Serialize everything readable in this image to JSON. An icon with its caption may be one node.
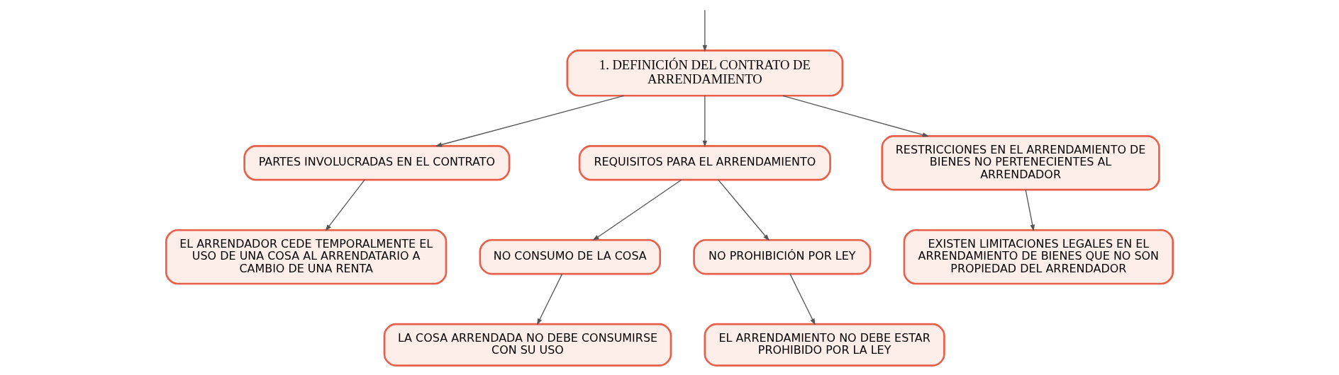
{
  "diagram": {
    "nodes": [
      {
        "text": [
          "1. DEFINICIÓN DEL CONTRATO DE ARRENDAMIENTO"
        ]
      },
      {
        "text": [
          "PARTES INVOLUCRADAS EN EL CONTRATO"
        ]
      },
      {
        "text": [
          "REQUISITOS PARA EL ARRENDAMIENTO"
        ]
      },
      {
        "text": [
          "RESTRICCIONES EN EL ARRENDAMIENTO DE BIENES NO PERTENECIENTES AL ARRENDADOR"
        ]
      },
      {
        "text": [
          "EL ARRENDADOR CEDE TEMPORALMENTE EL USO DE UNA COSA AL ARRENDATARIO A CAMBIO DE UNA RENTA"
        ]
      },
      {
        "text": [
          "NO CONSUMO DE LA COSA"
        ]
      },
      {
        "text": [
          "NO PROHIBICIÓN POR LEY"
        ]
      },
      {
        "text": [
          "LA COSA ARRENDADA NO DEBE CONSUMIRSE CON SU USO"
        ]
      },
      {
        "text": [
          "EL ARRENDAMIENTO NO DEBE ESTAR PROHIBIDO POR LA LEY"
        ]
      },
      {
        "text": [
          "EXISTEN LIMITACIONES LEGALES EN EL ARRENDAMIENTO DE BIENES QUE NO SON PROPIEDAD DEL ARRENDADOR"
        ]
      }
    ],
    "edges": [
      {
        "from": null,
        "to": 0,
        "arrow": "to"
      },
      {
        "from": 0,
        "to": 1,
        "arrow": "to"
      },
      {
        "from": 0,
        "to": 2,
        "arrow": "to"
      },
      {
        "from": 0,
        "to": 3,
        "arrow": "to"
      },
      {
        "from": 1,
        "to": 4,
        "arrow": "to"
      },
      {
        "from": 2,
        "to": 5,
        "arrow": "to"
      },
      {
        "from": 2,
        "to": 6,
        "arrow": "to"
      },
      {
        "from": 5,
        "to": 7,
        "arrow": "to"
      },
      {
        "from": 6,
        "to": 8,
        "arrow": "to"
      },
      {
        "from": 3,
        "to": 9,
        "arrow": "to"
      }
    ]
  }
}
